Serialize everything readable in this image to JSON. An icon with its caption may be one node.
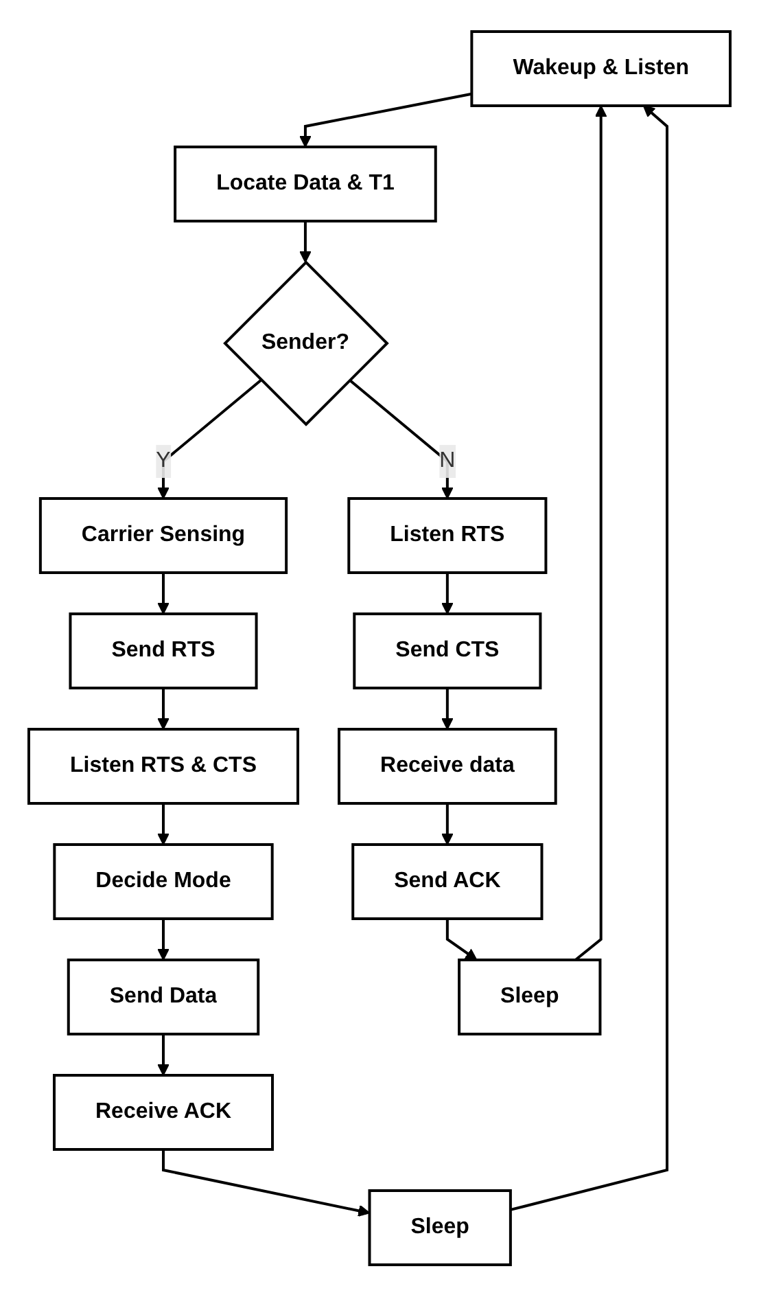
{
  "diagram": {
    "nodes": [
      {
        "text": [
          "Wakeup & Listen"
        ]
      },
      {
        "text": [
          "Locate Data & T1"
        ]
      },
      {
        "text": [
          "Sender?"
        ]
      },
      {
        "text": [
          "Carrier Sensing"
        ]
      },
      {
        "text": [
          "Send RTS"
        ]
      },
      {
        "text": [
          "Listen RTS & CTS"
        ]
      },
      {
        "text": [
          "Decide Mode"
        ]
      },
      {
        "text": [
          "Send Data"
        ]
      },
      {
        "text": [
          "Receive ACK"
        ]
      },
      {
        "text": [
          "Sleep"
        ]
      },
      {
        "text": [
          "Listen RTS"
        ]
      },
      {
        "text": [
          "Send CTS"
        ]
      },
      {
        "text": [
          "Receive data"
        ]
      },
      {
        "text": [
          "Send ACK"
        ]
      },
      {
        "text": [
          "Sleep"
        ]
      }
    ],
    "edges": [
      {
        "from": 0,
        "to": 1,
        "arrow": "to"
      },
      {
        "from": 1,
        "to": 2,
        "arrow": "to"
      },
      {
        "from": 2,
        "to": 3,
        "arrow": "to",
        "label": "Y"
      },
      {
        "from": 2,
        "to": 10,
        "arrow": "to",
        "label": "N"
      },
      {
        "from": 3,
        "to": 4,
        "arrow": "to"
      },
      {
        "from": 4,
        "to": 5,
        "arrow": "to"
      },
      {
        "from": 5,
        "to": 6,
        "arrow": "to"
      },
      {
        "from": 6,
        "to": 7,
        "arrow": "to"
      },
      {
        "from": 7,
        "to": 8,
        "arrow": "to"
      },
      {
        "from": 8,
        "to": 9,
        "arrow": "to"
      },
      {
        "from": 10,
        "to": 11,
        "arrow": "to"
      },
      {
        "from": 11,
        "to": 12,
        "arrow": "to"
      },
      {
        "from": 12,
        "to": 13,
        "arrow": "to"
      },
      {
        "from": 13,
        "to": 14,
        "arrow": "to"
      },
      {
        "from": 9,
        "to": 0,
        "arrow": "to"
      },
      {
        "from": 14,
        "to": 0,
        "arrow": "to"
      }
    ]
  }
}
